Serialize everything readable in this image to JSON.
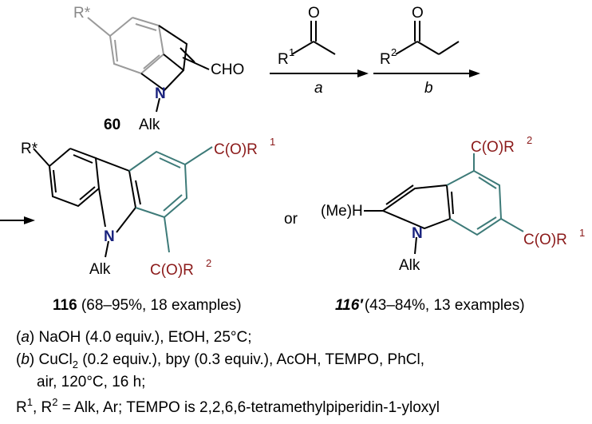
{
  "scheme": {
    "start_material": {
      "substituent": "R*",
      "group": "CHO",
      "n_label": "N",
      "n_sub": "Alk",
      "compound_number": "60"
    },
    "reagent_a": {
      "r": "R",
      "sup": "1",
      "o": "O",
      "step": "a"
    },
    "reagent_b": {
      "r": "R",
      "sup": "2",
      "o": "O",
      "step": "b"
    },
    "product_116": {
      "substituent": "R*",
      "n_label": "N",
      "n_sub": "Alk",
      "group_top": "C(O)R",
      "group_top_sup": "1",
      "group_bottom": "C(O)R",
      "group_bottom_sup": "2",
      "number": "116",
      "yield": " (68–95%, 18 examples)"
    },
    "or_text": "or",
    "product_116p": {
      "substituent": "(Me)H",
      "n_label": "N",
      "n_sub": "Alk",
      "group_top": "C(O)R",
      "group_top_sup": "2",
      "group_right": "C(O)R",
      "group_right_sup": "1",
      "number": "116′",
      "yield": "(43–84%, 13 examples)"
    },
    "conditions": {
      "a_label": "a",
      "a_text": " NaOH (4.0 equiv.), EtOH, 25°C;",
      "b_label": "b",
      "b_text1": " CuCl",
      "b_sub": "2",
      "b_text2": " (0.2 equiv.), bpy (0.3 equiv.), AcOH, TEMPO, PhCl,",
      "b_line2": "air, 120°C, 16 h;",
      "r_line_r1": "R",
      "r_line_sup1": "1",
      "r_line_mid": ", R",
      "r_line_sup2": "2",
      "r_line_rest": " =  Alk, Ar; TEMPO is 2,2,6,6-tetramethylpiperidin-1-yloxyl"
    }
  }
}
